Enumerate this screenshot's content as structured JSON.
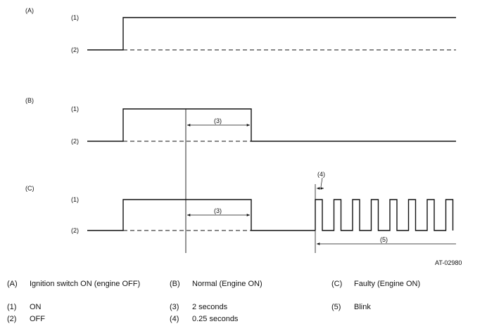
{
  "panels": [
    {
      "id": "A",
      "tag": "(A)",
      "level_hi": "(1)",
      "level_lo": "(2)"
    },
    {
      "id": "B",
      "tag": "(B)",
      "level_hi": "(1)",
      "level_lo": "(2)",
      "dim_label": "(3)"
    },
    {
      "id": "C",
      "tag": "(C)",
      "level_hi": "(1)",
      "level_lo": "(2)",
      "dim_label": "(3)",
      "pulse_dim_label": "(4)",
      "blink_dim_label": "(5)",
      "pulse_count": 8
    }
  ],
  "figure_code": "AT-02980",
  "legend": [
    {
      "key": "(A)",
      "text": "Ignition switch ON (engine OFF)"
    },
    {
      "key": "(B)",
      "text": "Normal (Engine ON)"
    },
    {
      "key": "(C)",
      "text": "Faulty (Engine ON)"
    },
    {
      "key": "(1)",
      "text": "ON"
    },
    {
      "key": "(2)",
      "text": "OFF"
    },
    {
      "key": "(3)",
      "text": "2 seconds"
    },
    {
      "key": "(4)",
      "text": "0.25 seconds"
    },
    {
      "key": "(5)",
      "text": "Blink"
    }
  ]
}
